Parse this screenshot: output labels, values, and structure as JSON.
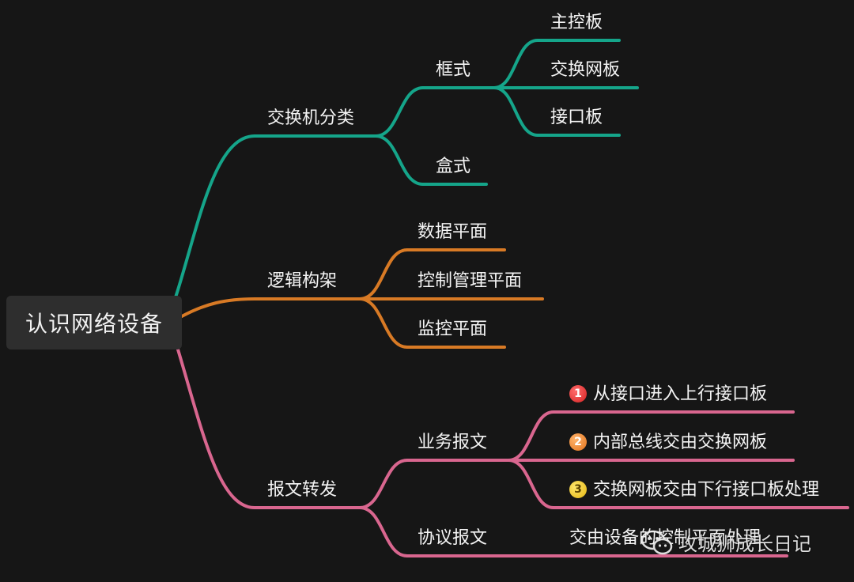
{
  "root": {
    "label": "认识网络设备"
  },
  "colors": {
    "branch1": "#15a58a",
    "branch2": "#d87a25",
    "branch3": "#d9668f"
  },
  "branches": [
    {
      "label": "交换机分类",
      "children": [
        {
          "label": "框式",
          "children": [
            "主控板",
            "交换网板",
            "接口板"
          ]
        },
        {
          "label": "盒式"
        }
      ]
    },
    {
      "label": "逻辑构架",
      "children": [
        "数据平面",
        "控制管理平面",
        "监控平面"
      ]
    },
    {
      "label": "报文转发",
      "children": [
        {
          "label": "业务报文",
          "steps": [
            {
              "badge": "1",
              "label": "从接口进入上行接口板"
            },
            {
              "badge": "2",
              "label": "内部总线交由交换网板"
            },
            {
              "badge": "3",
              "label": "交换网板交由下行接口板处理"
            }
          ]
        },
        {
          "label": "协议报文",
          "children": [
            "交由设备的控制平面处理"
          ]
        }
      ]
    }
  ],
  "watermark": {
    "icon": "wechat-icon",
    "text": "攻城狮成长日记"
  }
}
